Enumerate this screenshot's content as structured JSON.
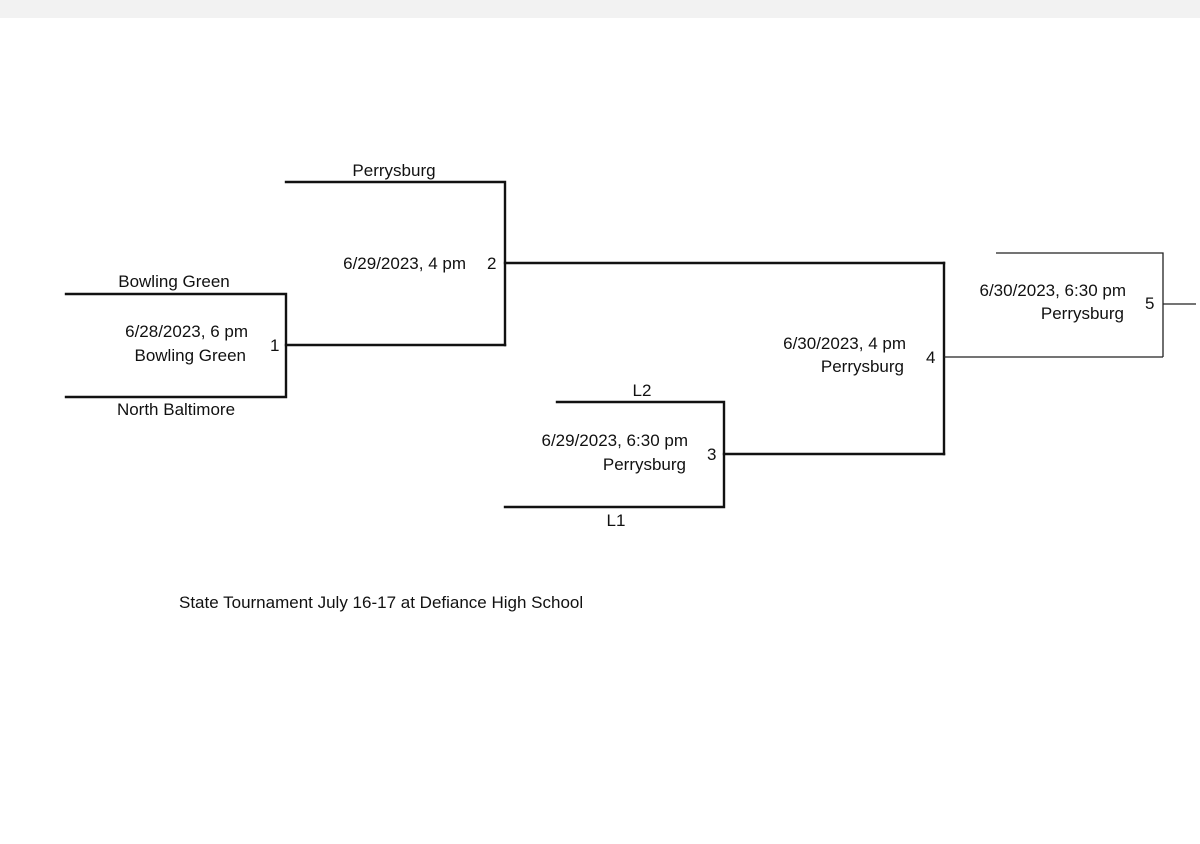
{
  "bracket": {
    "game1": {
      "top_team": "Bowling Green",
      "bottom_team": "North Baltimore",
      "datetime": "6/28/2023, 6 pm",
      "winner": "Bowling Green",
      "number": "1"
    },
    "game2": {
      "top_team": "Perrysburg",
      "datetime": "6/29/2023, 4 pm",
      "number": "2"
    },
    "game3": {
      "top_team": "L2",
      "bottom_team": "L1",
      "datetime": "6/29/2023, 6:30 pm",
      "winner": "Perrysburg",
      "number": "3"
    },
    "game4": {
      "datetime": "6/30/2023, 4 pm",
      "winner": "Perrysburg",
      "number": "4"
    },
    "game5": {
      "datetime": "6/30/2023, 6:30 pm",
      "winner": "Perrysburg",
      "number": "5"
    }
  },
  "footer": {
    "note": "State Tournament July 16-17 at Defiance High School"
  }
}
